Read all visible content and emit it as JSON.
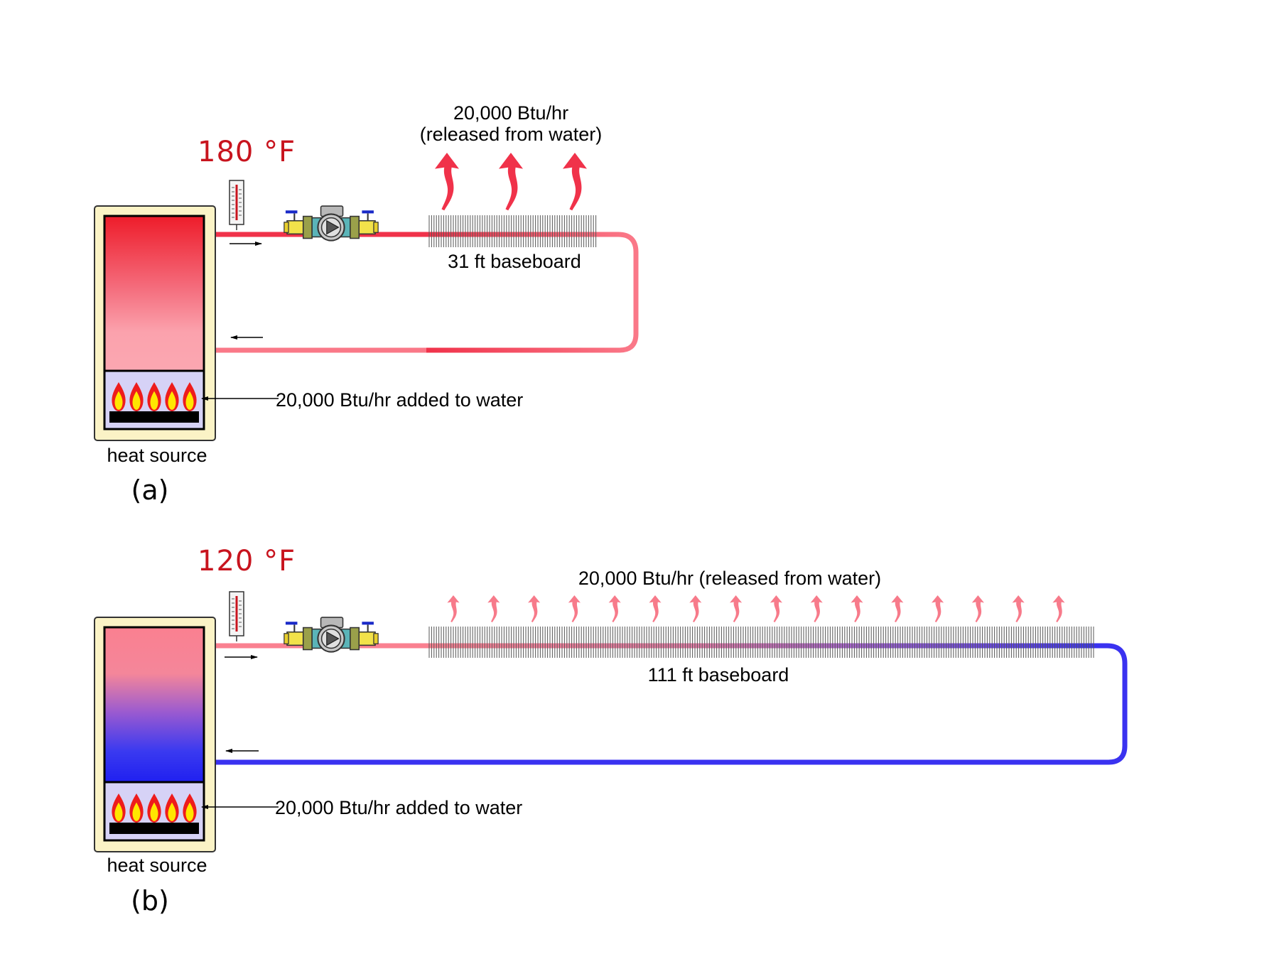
{
  "colors": {
    "hot": "#f0324a",
    "warm": "#fa8090",
    "cool": "#3a32f0",
    "boiler_frame": "#fbf3c6",
    "burner_box": "#d6d2f6",
    "temp_text": "#c8141e"
  },
  "icons": [
    "thermometer-icon",
    "pump-icon",
    "flame-icon",
    "heat-wave-icon",
    "arrow-icon"
  ],
  "diagrams": [
    {
      "id": "a",
      "caption": "(a)",
      "temperature": "180 °F",
      "heat_source_label": "heat source",
      "added_label": "20,000 Btu/hr added to water",
      "released_label_line1": "20,000 Btu/hr",
      "released_label_line2": "(released from water)",
      "baseboard_label": "31 ft baseboard",
      "heat_wave_count": 3
    },
    {
      "id": "b",
      "caption": "(b)",
      "temperature": "120 °F",
      "heat_source_label": "heat source",
      "added_label": "20,000 Btu/hr added to water",
      "released_label_line1": "20,000 Btu/hr (released from water)",
      "released_label_line2": "",
      "baseboard_label": "111 ft baseboard",
      "heat_wave_count": 16
    }
  ]
}
